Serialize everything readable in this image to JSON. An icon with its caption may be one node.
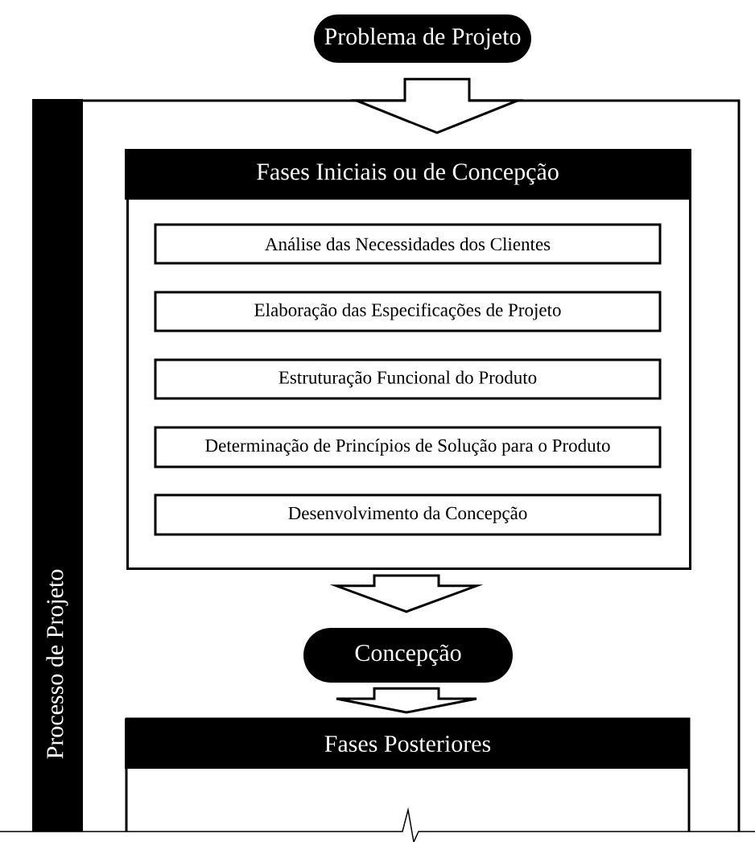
{
  "diagram": {
    "nodes": [
      {
        "text": [
          "Problema de Projeto"
        ]
      },
      {
        "text": [
          "Processo de Projeto"
        ]
      },
      {
        "text": [
          "Fases Iniciais ou de Concepção"
        ],
        "in": 1
      },
      {
        "text": [
          "Análise das Necessidades dos Clientes"
        ],
        "in": 2
      },
      {
        "text": [
          "Elaboração das Especificações de Projeto"
        ],
        "in": 2
      },
      {
        "text": [
          "Estruturação Funcional do Produto"
        ],
        "in": 2
      },
      {
        "text": [
          "Determinação de Princípios de Solução para o Produto"
        ],
        "in": 2
      },
      {
        "text": [
          "Desenvolvimento da Concepção"
        ],
        "in": 2
      },
      {
        "text": [
          "Concepção"
        ],
        "in": 1
      },
      {
        "text": [
          "Fases Posteriores"
        ],
        "in": 1
      }
    ],
    "edges": [
      {
        "from": 0,
        "to": 2,
        "arrow": "to"
      },
      {
        "from": 2,
        "to": 8,
        "arrow": "to"
      },
      {
        "from": 8,
        "to": 9,
        "arrow": "to"
      }
    ]
  }
}
